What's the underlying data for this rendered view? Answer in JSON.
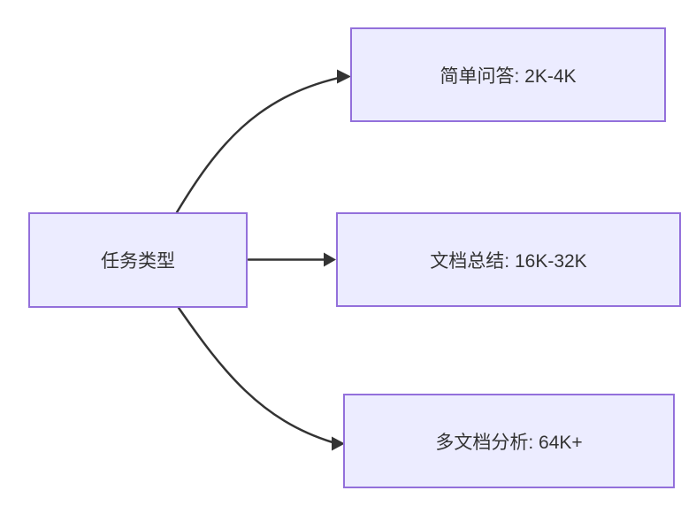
{
  "diagram": {
    "type": "flowchart-left-to-right",
    "root": {
      "label": "任务类型"
    },
    "branches": [
      {
        "label": "简单问答: 2K-4K"
      },
      {
        "label": "文档总结: 16K-32K"
      },
      {
        "label": "多文档分析: 64K+"
      }
    ],
    "colors": {
      "node_fill": "#ECECFF",
      "node_border": "#9370DB",
      "edge_stroke": "#333333",
      "label_text": "#333333",
      "background": "#FFFFFF"
    }
  }
}
